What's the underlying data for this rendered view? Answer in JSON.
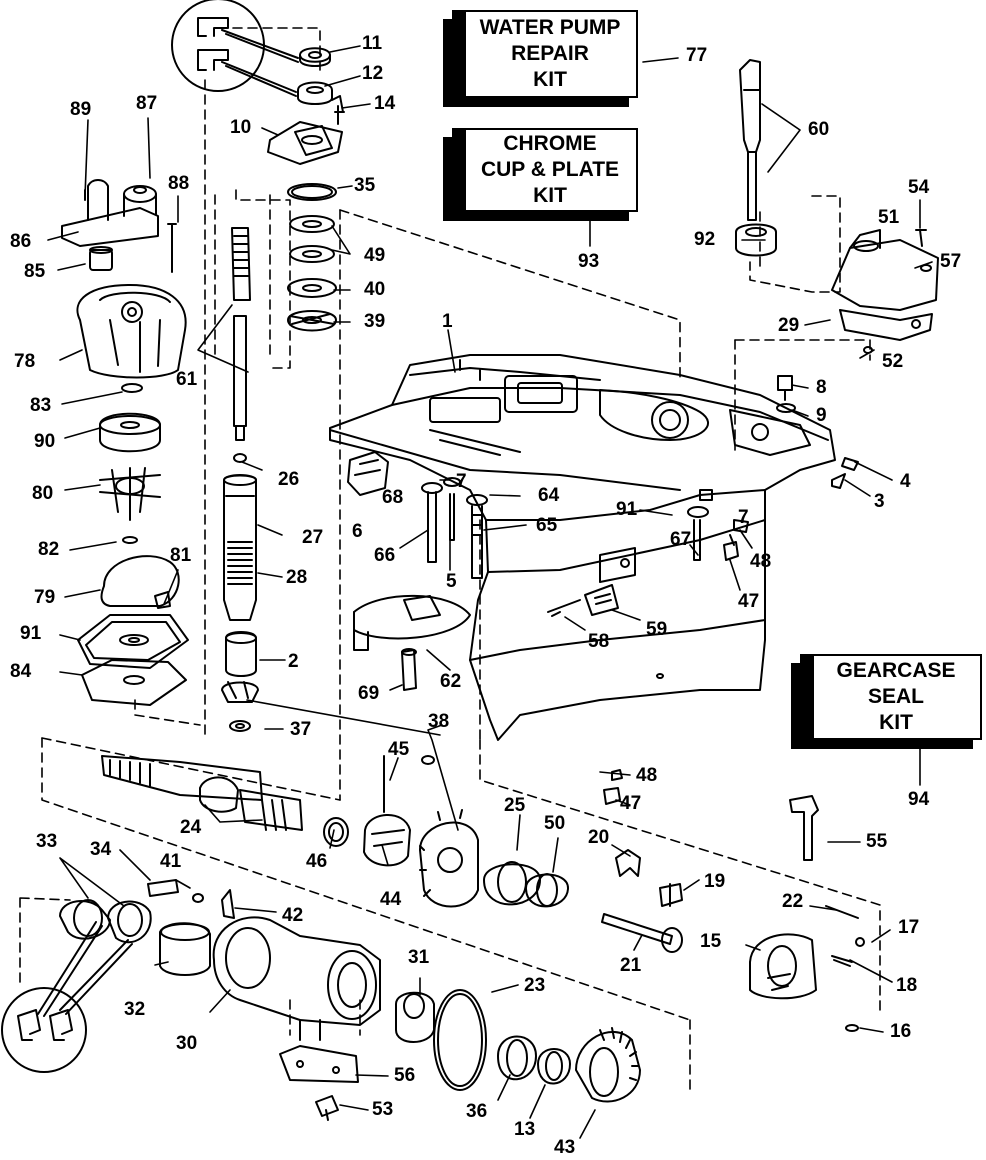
{
  "kits": {
    "water_pump": [
      "WATER PUMP",
      "REPAIR",
      "KIT"
    ],
    "chrome": [
      "CHROME",
      "CUP & PLATE",
      "KIT"
    ],
    "gearcase_seal": [
      "GEARCASE",
      "SEAL",
      "KIT"
    ]
  },
  "callouts": {
    "c1": "1",
    "c2": "2",
    "c3": "3",
    "c4": "4",
    "c5": "5",
    "c6": "6",
    "c7a": "7",
    "c7b": "7",
    "c8": "8",
    "c9": "9",
    "c10": "10",
    "c11": "11",
    "c12": "12",
    "c13": "13",
    "c14": "14",
    "c15": "15",
    "c16": "16",
    "c17": "17",
    "c18": "18",
    "c19": "19",
    "c20": "20",
    "c21": "21",
    "c22": "22",
    "c23": "23",
    "c24": "24",
    "c25": "25",
    "c26": "26",
    "c27": "27",
    "c28": "28",
    "c29": "29",
    "c30": "30",
    "c31": "31",
    "c32": "32",
    "c33": "33",
    "c34": "34",
    "c35": "35",
    "c36": "36",
    "c37": "37",
    "c38": "38",
    "c39": "39",
    "c40": "40",
    "c41": "41",
    "c42": "42",
    "c43": "43",
    "c44": "44",
    "c45": "45",
    "c46": "46",
    "c47a": "47",
    "c47b": "47",
    "c48a": "48",
    "c48b": "48",
    "c49": "49",
    "c50": "50",
    "c51": "51",
    "c52": "52",
    "c53": "53",
    "c54": "54",
    "c55": "55",
    "c56": "56",
    "c57": "57",
    "c58": "58",
    "c59": "59",
    "c60": "60",
    "c61": "61",
    "c62": "62",
    "c64": "64",
    "c65": "65",
    "c66": "66",
    "c67": "67",
    "c68": "68",
    "c69": "69",
    "c77": "77",
    "c78": "78",
    "c79": "79",
    "c80": "80",
    "c81": "81",
    "c82": "82",
    "c83": "83",
    "c84": "84",
    "c85": "85",
    "c86": "86",
    "c87": "87",
    "c88": "88",
    "c89": "89",
    "c90": "90",
    "c91a": "91",
    "c91b": "91",
    "c92": "92",
    "c93": "93",
    "c94": "94"
  }
}
